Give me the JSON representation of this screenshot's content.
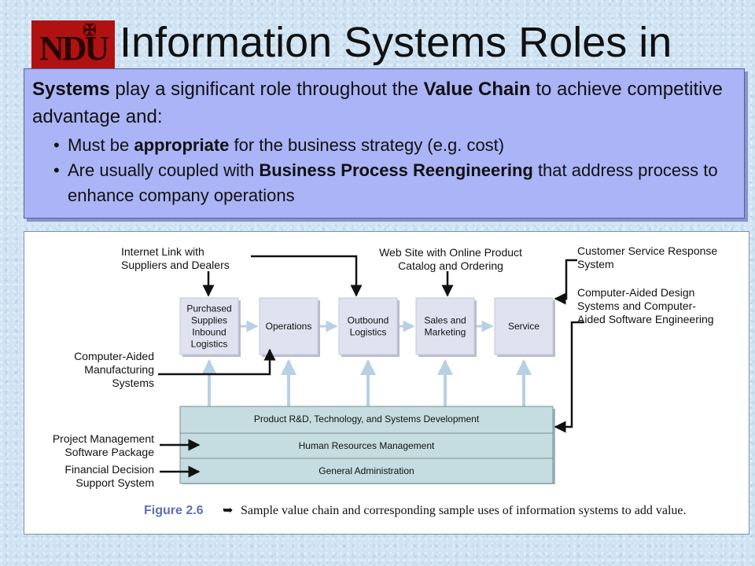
{
  "header": {
    "logo_text": "NDU",
    "title": "Information Systems Roles in"
  },
  "callout": {
    "lead_1": "Systems",
    "lead_2": " play a significant role throughout the ",
    "lead_3": "Value Chain",
    "lead_4": " to achieve competitive advantage and:",
    "bullet_1": {
      "pre": "Must be ",
      "bold": "appropriate",
      "post": " for the business strategy (e.g. cost)"
    },
    "bullet_2": {
      "pre": "Are usually coupled with ",
      "bold": "Business Process Reengineering",
      "post": " that address process to enhance company operations"
    }
  },
  "figure": {
    "primary_activities": [
      [
        "Purchased",
        "Supplies",
        "Inbound",
        "Logistics"
      ],
      [
        "Operations"
      ],
      [
        "Outbound",
        "Logistics"
      ],
      [
        "Sales and",
        "Marketing"
      ],
      [
        "Service"
      ]
    ],
    "support_activities": [
      "Product R&D, Technology, and Systems Development",
      "Human Resources Management",
      "General Administration"
    ],
    "annotations": {
      "internet_link": [
        "Internet Link with",
        "Suppliers and Dealers"
      ],
      "web_site": [
        "Web Site with Online Product",
        "Catalog and Ordering"
      ],
      "customer_service": [
        "Customer Service Response",
        "System"
      ],
      "cad": [
        "Computer-Aided Design",
        "Systems and Computer-",
        "Aided Software Engineering"
      ],
      "cam": [
        "Computer-Aided",
        "Manufacturing",
        "Systems"
      ],
      "project_mgmt": [
        "Project Management",
        "Software Package"
      ],
      "financial": [
        "Financial Decision",
        "Support System"
      ]
    },
    "caption_number": "Figure 2.6",
    "caption_text": "Sample value chain and corresponding sample uses of information systems to add value.",
    "colors": {
      "primary_box": "#e0e2f0",
      "support_bar": "#c5dde0",
      "connector": "#b8d0e4"
    }
  }
}
